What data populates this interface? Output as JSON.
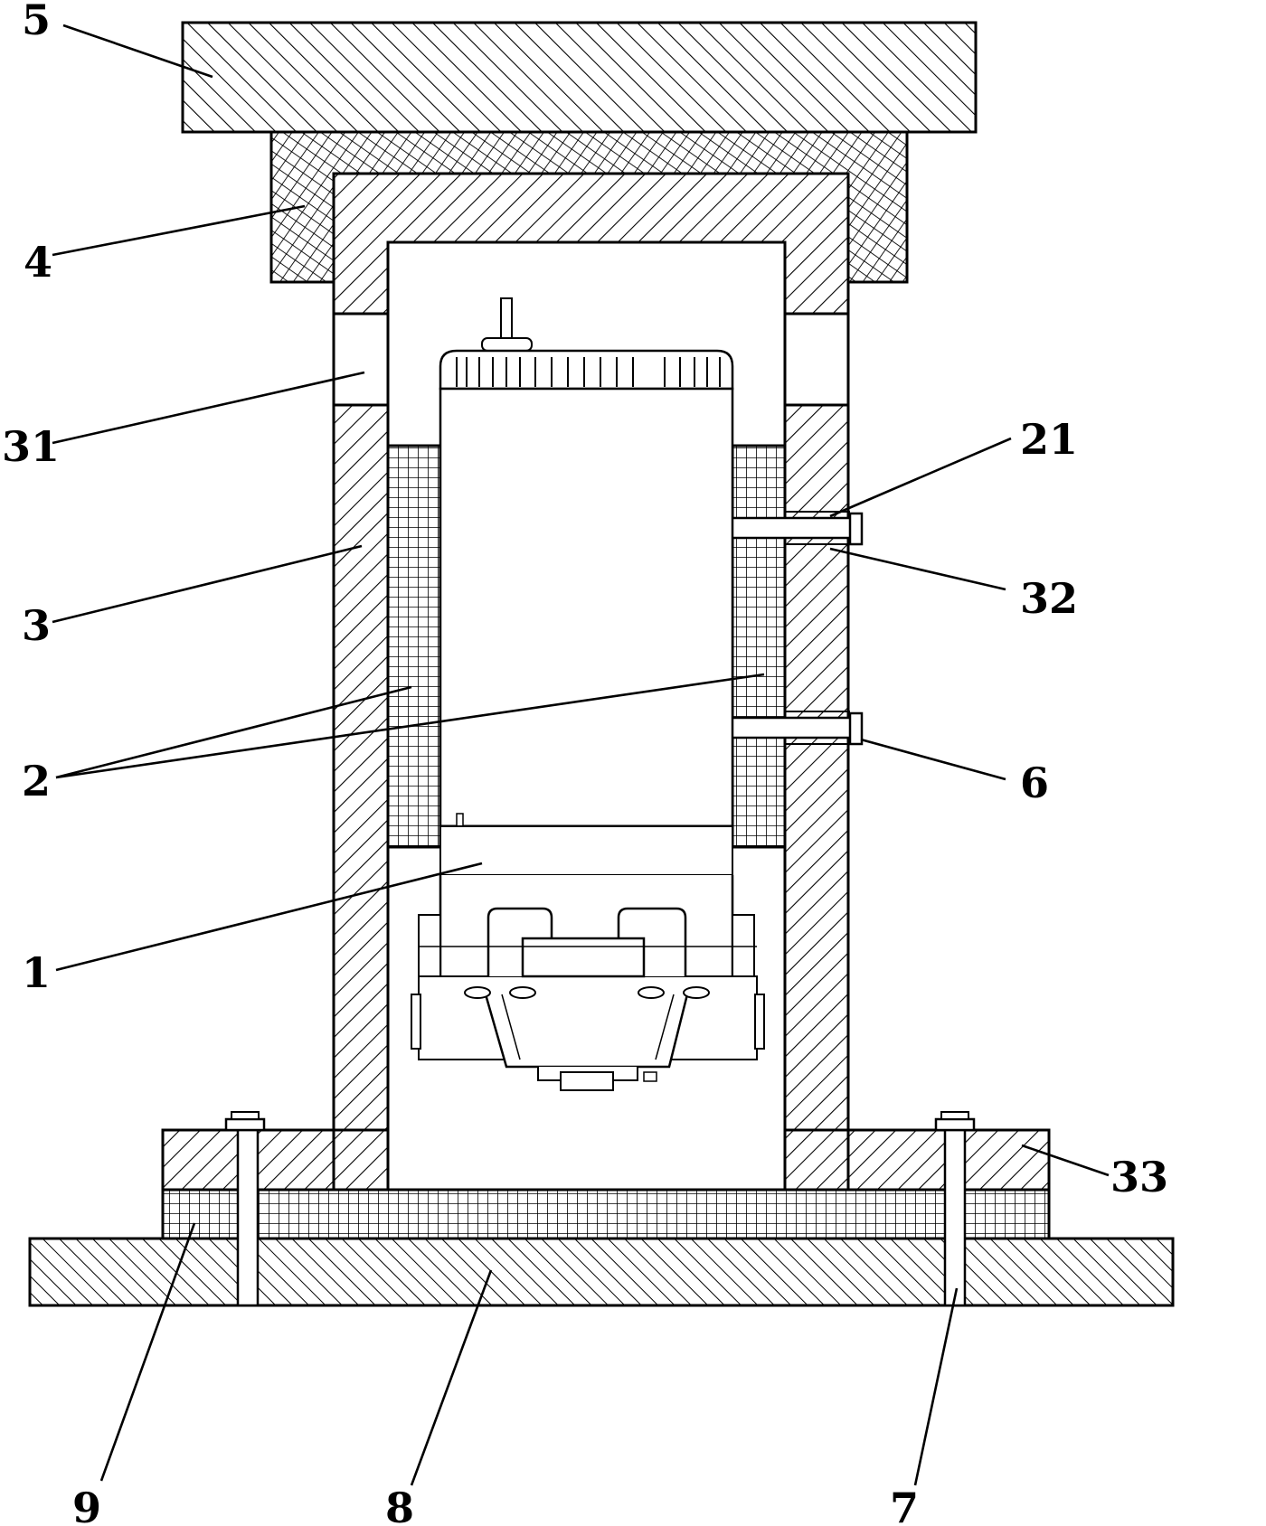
{
  "labels": {
    "l5": "5",
    "l4": "4",
    "l31": "31",
    "l21": "21",
    "l32": "32",
    "l3": "3",
    "l2": "2",
    "l6": "6",
    "l1": "1",
    "l33": "33",
    "l9": "9",
    "l8": "8",
    "l7": "7"
  },
  "colors": {
    "line": "#000000",
    "background": "#ffffff"
  }
}
